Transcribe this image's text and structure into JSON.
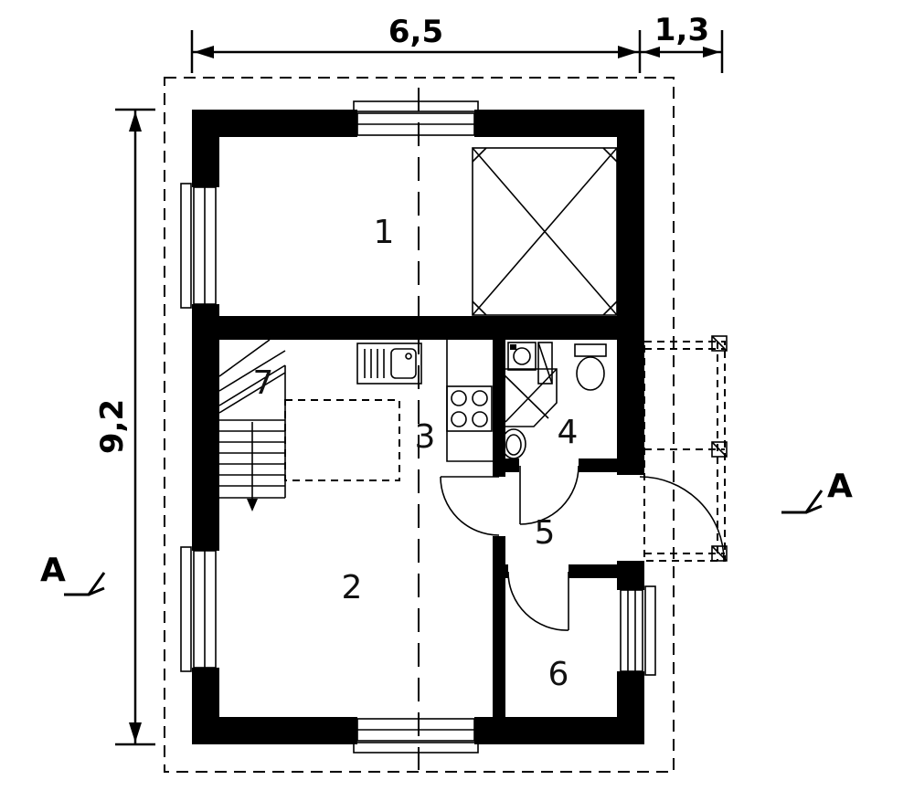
{
  "drawing": {
    "type": "floor-plan",
    "ink_color": "#000000",
    "background_color": "#ffffff"
  },
  "dimensions": {
    "top_main": "6,5",
    "top_right": "1,3",
    "left": "9,2"
  },
  "rooms": {
    "r1": "1",
    "r2": "2",
    "r3": "3",
    "r4": "4",
    "r5": "5",
    "r6": "6",
    "r7": "7"
  },
  "section": {
    "left": "A",
    "right": "A"
  }
}
